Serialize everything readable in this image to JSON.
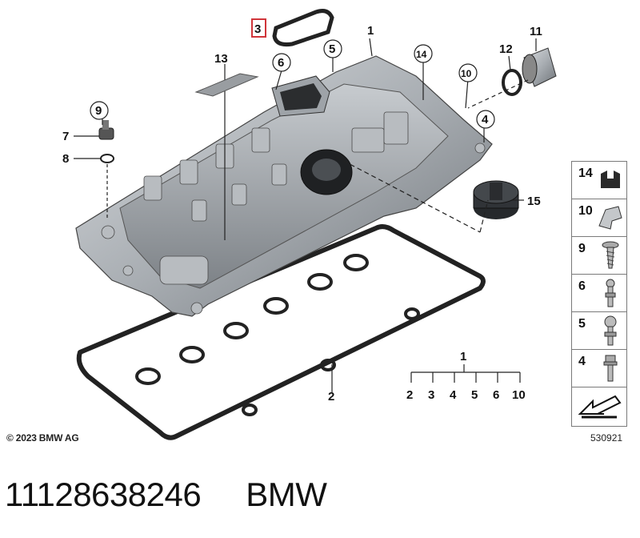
{
  "callouts": {
    "c1": "1",
    "c2": "2",
    "c3": "3",
    "c4": "4",
    "c5": "5",
    "c6": "6",
    "c7": "7",
    "c8": "8",
    "c9": "9",
    "c10": "10",
    "c11": "11",
    "c12": "12",
    "c13": "13",
    "c14": "14",
    "c15": "15"
  },
  "assembly_tree": {
    "root": "1",
    "children": [
      "2",
      "3",
      "4",
      "5",
      "6",
      "10"
    ]
  },
  "legend": [
    {
      "num": "14",
      "icon": "clip-icon"
    },
    {
      "num": "10",
      "icon": "bracket-clip-icon"
    },
    {
      "num": "9",
      "icon": "screw-icon"
    },
    {
      "num": "6",
      "icon": "ball-stud-icon"
    },
    {
      "num": "5",
      "icon": "ball-stud-large-icon"
    },
    {
      "num": "4",
      "icon": "bolt-icon"
    },
    {
      "num": "",
      "icon": "arrow-direction-icon"
    }
  ],
  "copyright": "© 2023 BMW AG",
  "diagram_id": "530921",
  "part_number": "11128638246",
  "brand": "BMW",
  "colors": {
    "callout_highlight": "#d0353a",
    "metal": "#9aa0a6",
    "ink": "#111111"
  }
}
